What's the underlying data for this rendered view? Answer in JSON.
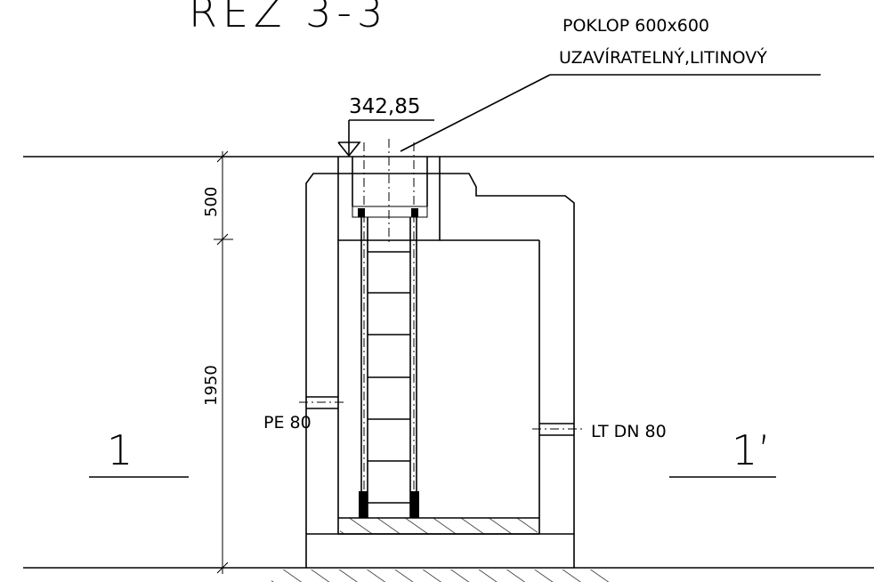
{
  "title": "REZ 3-3",
  "cover": {
    "line1": "POKLOP 600x600",
    "line2": "UZAVÍRATELNÝ,LITINOVÝ"
  },
  "level": "342,85",
  "dimensions": {
    "top": "500",
    "main": "1950"
  },
  "pipes": {
    "left": "PE 80",
    "right": "LT DN 80"
  },
  "section_marks": {
    "left": "1",
    "right": "1’"
  }
}
